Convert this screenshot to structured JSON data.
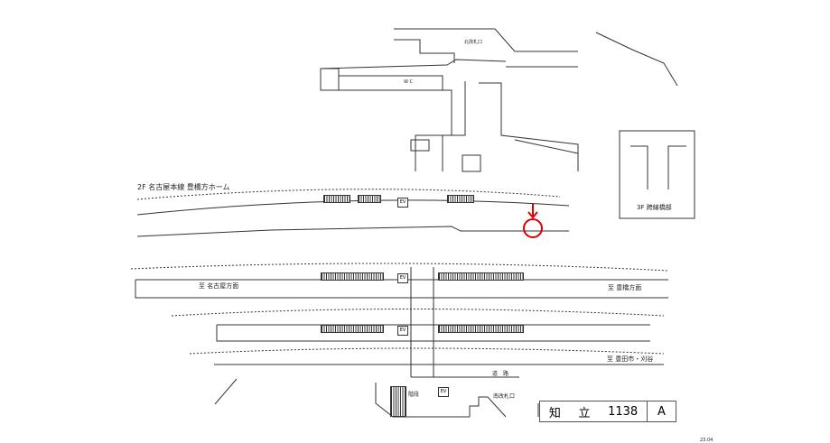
{
  "map": {
    "platform_2f_title": "2F 名古屋本線 豊橋方ホーム",
    "bridge_3f_label": "3F 跨線橋部",
    "north_gate": "北改札口",
    "south_gate": "南改札口",
    "wc": "W C",
    "ev": "EV",
    "stairs": "階段",
    "road": "道　路",
    "to_nagoya": "至 名古屋方面",
    "to_toyohashi": "至 豊橋方面",
    "to_toyota": "至 豊田市・刈谷"
  },
  "station": {
    "name_1": "知",
    "name_2": "立",
    "code": "1138",
    "letter": "A"
  },
  "date": "23.04",
  "marker_color": "#e00000"
}
